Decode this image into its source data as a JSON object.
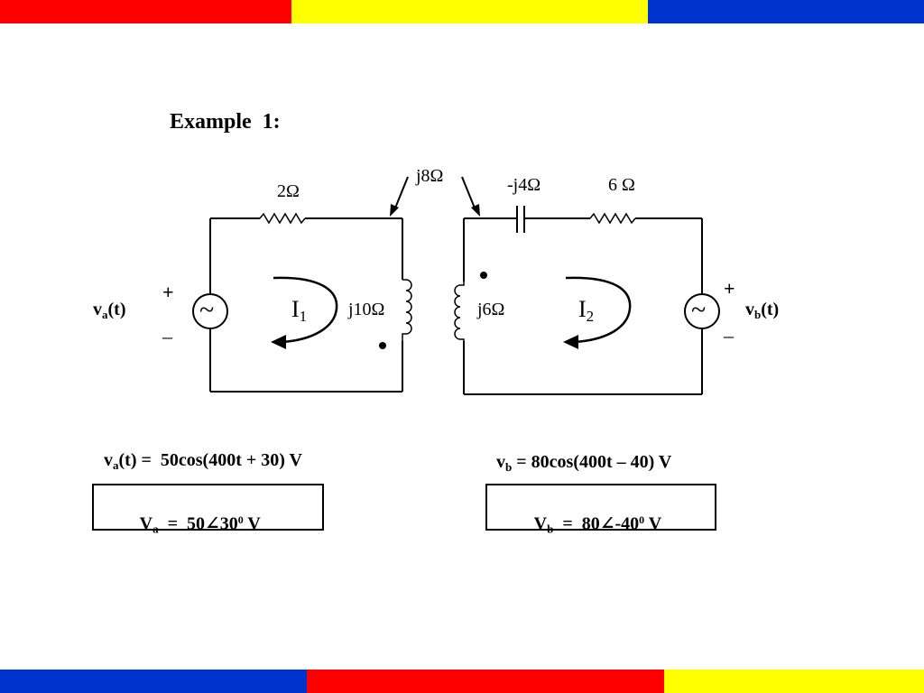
{
  "colors": {
    "top_bar": [
      "#ff0000",
      "#ffff00",
      "#0033cc"
    ],
    "bottom_bar": [
      "#0033cc",
      "#ff0000",
      "#ffff00"
    ]
  },
  "title": "Example  1:",
  "labels": {
    "mutual": "j8Ω",
    "r1": "2Ω",
    "cap": "-j4Ω",
    "r2": "6 Ω",
    "l1": "j10Ω",
    "l2": "j6Ω",
    "loop1": {
      "main": "I",
      "sub": "1"
    },
    "loop2": {
      "main": "I",
      "sub": "2"
    },
    "source_a": {
      "main": "v",
      "sub": "a",
      "rest": "(t)"
    },
    "source_b": {
      "main": "v",
      "sub": "b",
      "rest": "(t)"
    },
    "plus": "+",
    "minus": "–",
    "source_symbol": "~"
  },
  "equations": {
    "va": {
      "main": "v",
      "sub": "a",
      "rest": "(t) =  50cos(400t + 30) V"
    },
    "vb": {
      "main": "v",
      "sub": "b",
      "rest": " = 80cos(400t – 40) V"
    }
  },
  "phasors": {
    "Va": {
      "main": "V",
      "sub": "a",
      "eq": "  =  50",
      "angle": "∠",
      "mag": "30",
      "sup": "0",
      "unit": " V"
    },
    "Vb": {
      "main": "V",
      "sub": "b",
      "eq": "  =  80",
      "angle": "∠",
      "mag": "-40",
      "sup": "0",
      "unit": " V"
    }
  }
}
